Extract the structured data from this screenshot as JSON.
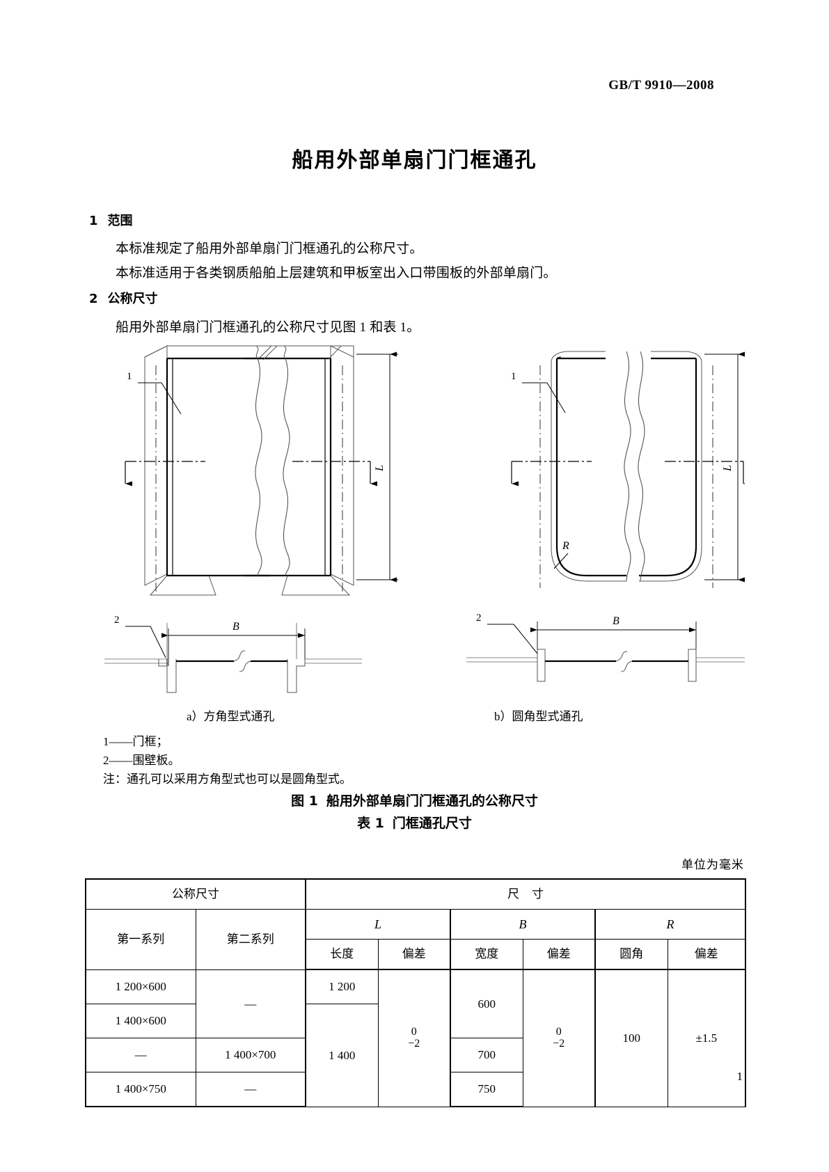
{
  "header": {
    "standard_code": "GB/T 9910—2008"
  },
  "title": "船用外部单扇门门框通孔",
  "clauses": [
    {
      "number": "1",
      "heading": "范围",
      "paragraphs": [
        "本标准规定了船用外部单扇门门框通孔的公称尺寸。",
        "本标准适用于各类钢质船舶上层建筑和甲板室出入口带围板的外部单扇门。"
      ]
    },
    {
      "number": "2",
      "heading": "公称尺寸",
      "paragraphs": [
        "船用外部单扇门门框通孔的公称尺寸见图 1 和表 1。"
      ]
    }
  ],
  "figure": {
    "sub_captions": {
      "a": "a）方角型式通孔",
      "b": "b）圆角型式通孔"
    },
    "callouts": {
      "one": "1",
      "two": "2",
      "length": "L",
      "width": "B",
      "radius": "R"
    },
    "legend": [
      "1——门框；",
      "2——围壁板。"
    ],
    "note": "注：通孔可以采用方角型式也可以是圆角型式。",
    "caption_label": "图 1",
    "caption_text": "船用外部单扇门门框通孔的公称尺寸"
  },
  "table": {
    "caption_label": "表 1",
    "caption_text": "门框通孔尺寸",
    "unit_note": "单位为毫米",
    "headers": {
      "nominal_group": "公称尺寸",
      "dimension_group": "尺寸",
      "series_1": "第一系列",
      "series_2": "第二系列",
      "L": "L",
      "B": "B",
      "R": "R",
      "length": "长度",
      "length_tol": "偏差",
      "width": "宽度",
      "width_tol": "偏差",
      "fillet": "圆角",
      "fillet_tol": "偏差"
    },
    "rows": [
      {
        "series_1": "1 200×600",
        "series_2": "—"
      },
      {
        "series_1": "1 400×600",
        "series_2": "—"
      },
      {
        "series_1": "—",
        "series_2": "1 400×700"
      },
      {
        "series_1": "1 400×750",
        "series_2": "—"
      }
    ],
    "values": {
      "length_1": "1 200",
      "length_2": "1 400",
      "length_tol_upper": "0",
      "length_tol_lower": "−2",
      "width_1": "600",
      "width_2": "700",
      "width_3": "750",
      "width_tol_upper": "0",
      "width_tol_lower": "−2",
      "fillet": "100",
      "fillet_tol": "±1.5"
    }
  },
  "footer": {
    "page_number": "1"
  }
}
